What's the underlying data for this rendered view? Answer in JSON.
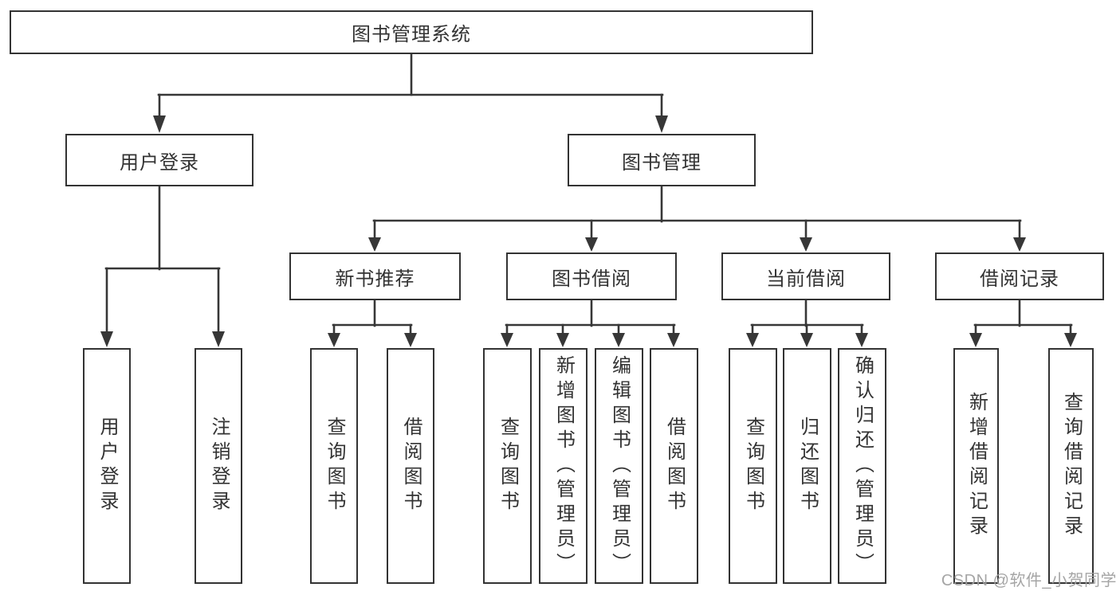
{
  "diagram": {
    "type": "hierarchy-tree",
    "root": "图书管理系统",
    "level2": {
      "user_login": "用户登录",
      "book_management": "图书管理"
    },
    "level3": {
      "new_book_recommend": "新书推荐",
      "book_borrowing": "图书借阅",
      "current_borrowing": "当前借阅",
      "borrowing_records": "借阅记录"
    },
    "leaves": {
      "ul_user_login": "用户登录",
      "ul_logout": "注销登录",
      "nbr_query_books": "查询图书",
      "nbr_borrow_books": "借阅图书",
      "bb_query_books": "查询图书",
      "bb_add_books_admin": "新增图书（管理员）",
      "bb_edit_books_admin": "编辑图书（管理员）",
      "bb_borrow_books": "借阅图书",
      "cb_query_books": "查询图书",
      "cb_return_books": "归还图书",
      "cb_confirm_return_admin": "确认归还（管理员）",
      "br_add_record": "新增借阅记录",
      "br_query_record": "查询借阅记录"
    }
  },
  "watermark": "CSDN @软件_小贺同学",
  "colors": {
    "line": "#373737",
    "box_border": "#333333",
    "box_background": "#ffffff",
    "text": "#333333",
    "watermark": "#a0a0a0"
  }
}
